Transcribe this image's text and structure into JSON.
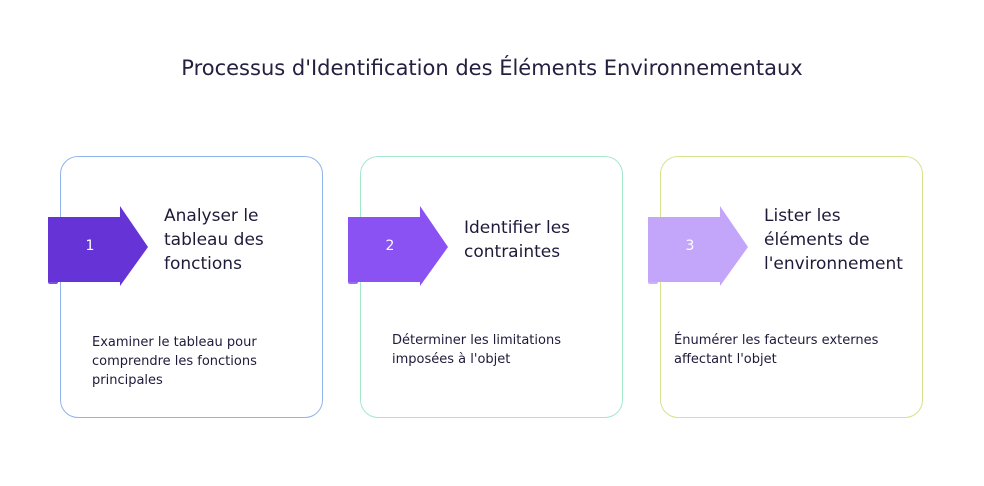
{
  "title": "Processus d'Identification des Éléments Environnementaux",
  "steps": [
    {
      "number": "1",
      "title": "Analyser le tableau des fonctions",
      "description": "Examiner le tableau pour comprendre les fonctions principales",
      "arrow_color": "#6633d6",
      "border_color": "#8fb4ec"
    },
    {
      "number": "2",
      "title": "Identifier les contraintes",
      "description": "Déterminer les limitations imposées à l'objet",
      "arrow_color": "#8a52f2",
      "border_color": "#a4e8cc"
    },
    {
      "number": "3",
      "title": "Lister les éléments de l'environnement",
      "description": "Énumérer les facteurs externes affectant l'objet",
      "arrow_color": "#c3a5fa",
      "border_color": "#d2e48e"
    }
  ]
}
